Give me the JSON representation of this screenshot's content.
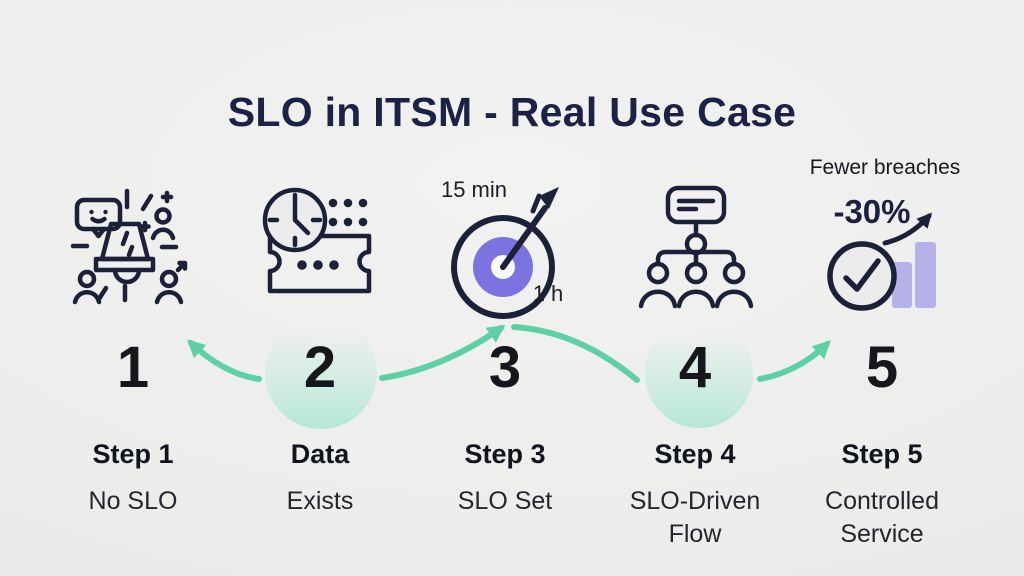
{
  "title": "SLO in ITSM - Real Use Case",
  "steps": [
    {
      "icon": "alarm-people-icon",
      "number": "1",
      "label": "Step 1",
      "description": "No SLO"
    },
    {
      "icon": "clock-ticket-icon",
      "number": "2",
      "label": "Data",
      "description": "Exists"
    },
    {
      "icon": "target-arrow-icon",
      "number": "3",
      "label": "Step 3",
      "description": "SLO Set",
      "annotation_top": "15 min",
      "annotation_bottom": "1 h"
    },
    {
      "icon": "org-chart-icon",
      "number": "4",
      "label": "Step 4",
      "description": "SLO-Driven Flow"
    },
    {
      "icon": "check-trend-icon",
      "number": "5",
      "label": "Step 5",
      "description": "Controlled Service",
      "caption": "Fewer breaches",
      "metric": "-30%"
    }
  ],
  "colors": {
    "ink": "#1b2138",
    "accent_green": "#5ed0a6",
    "accent_purple": "#7b74e0",
    "accent_purple_light": "#b5b2e9",
    "blob_mint": "#b2e7d2",
    "background": "#ececec"
  }
}
